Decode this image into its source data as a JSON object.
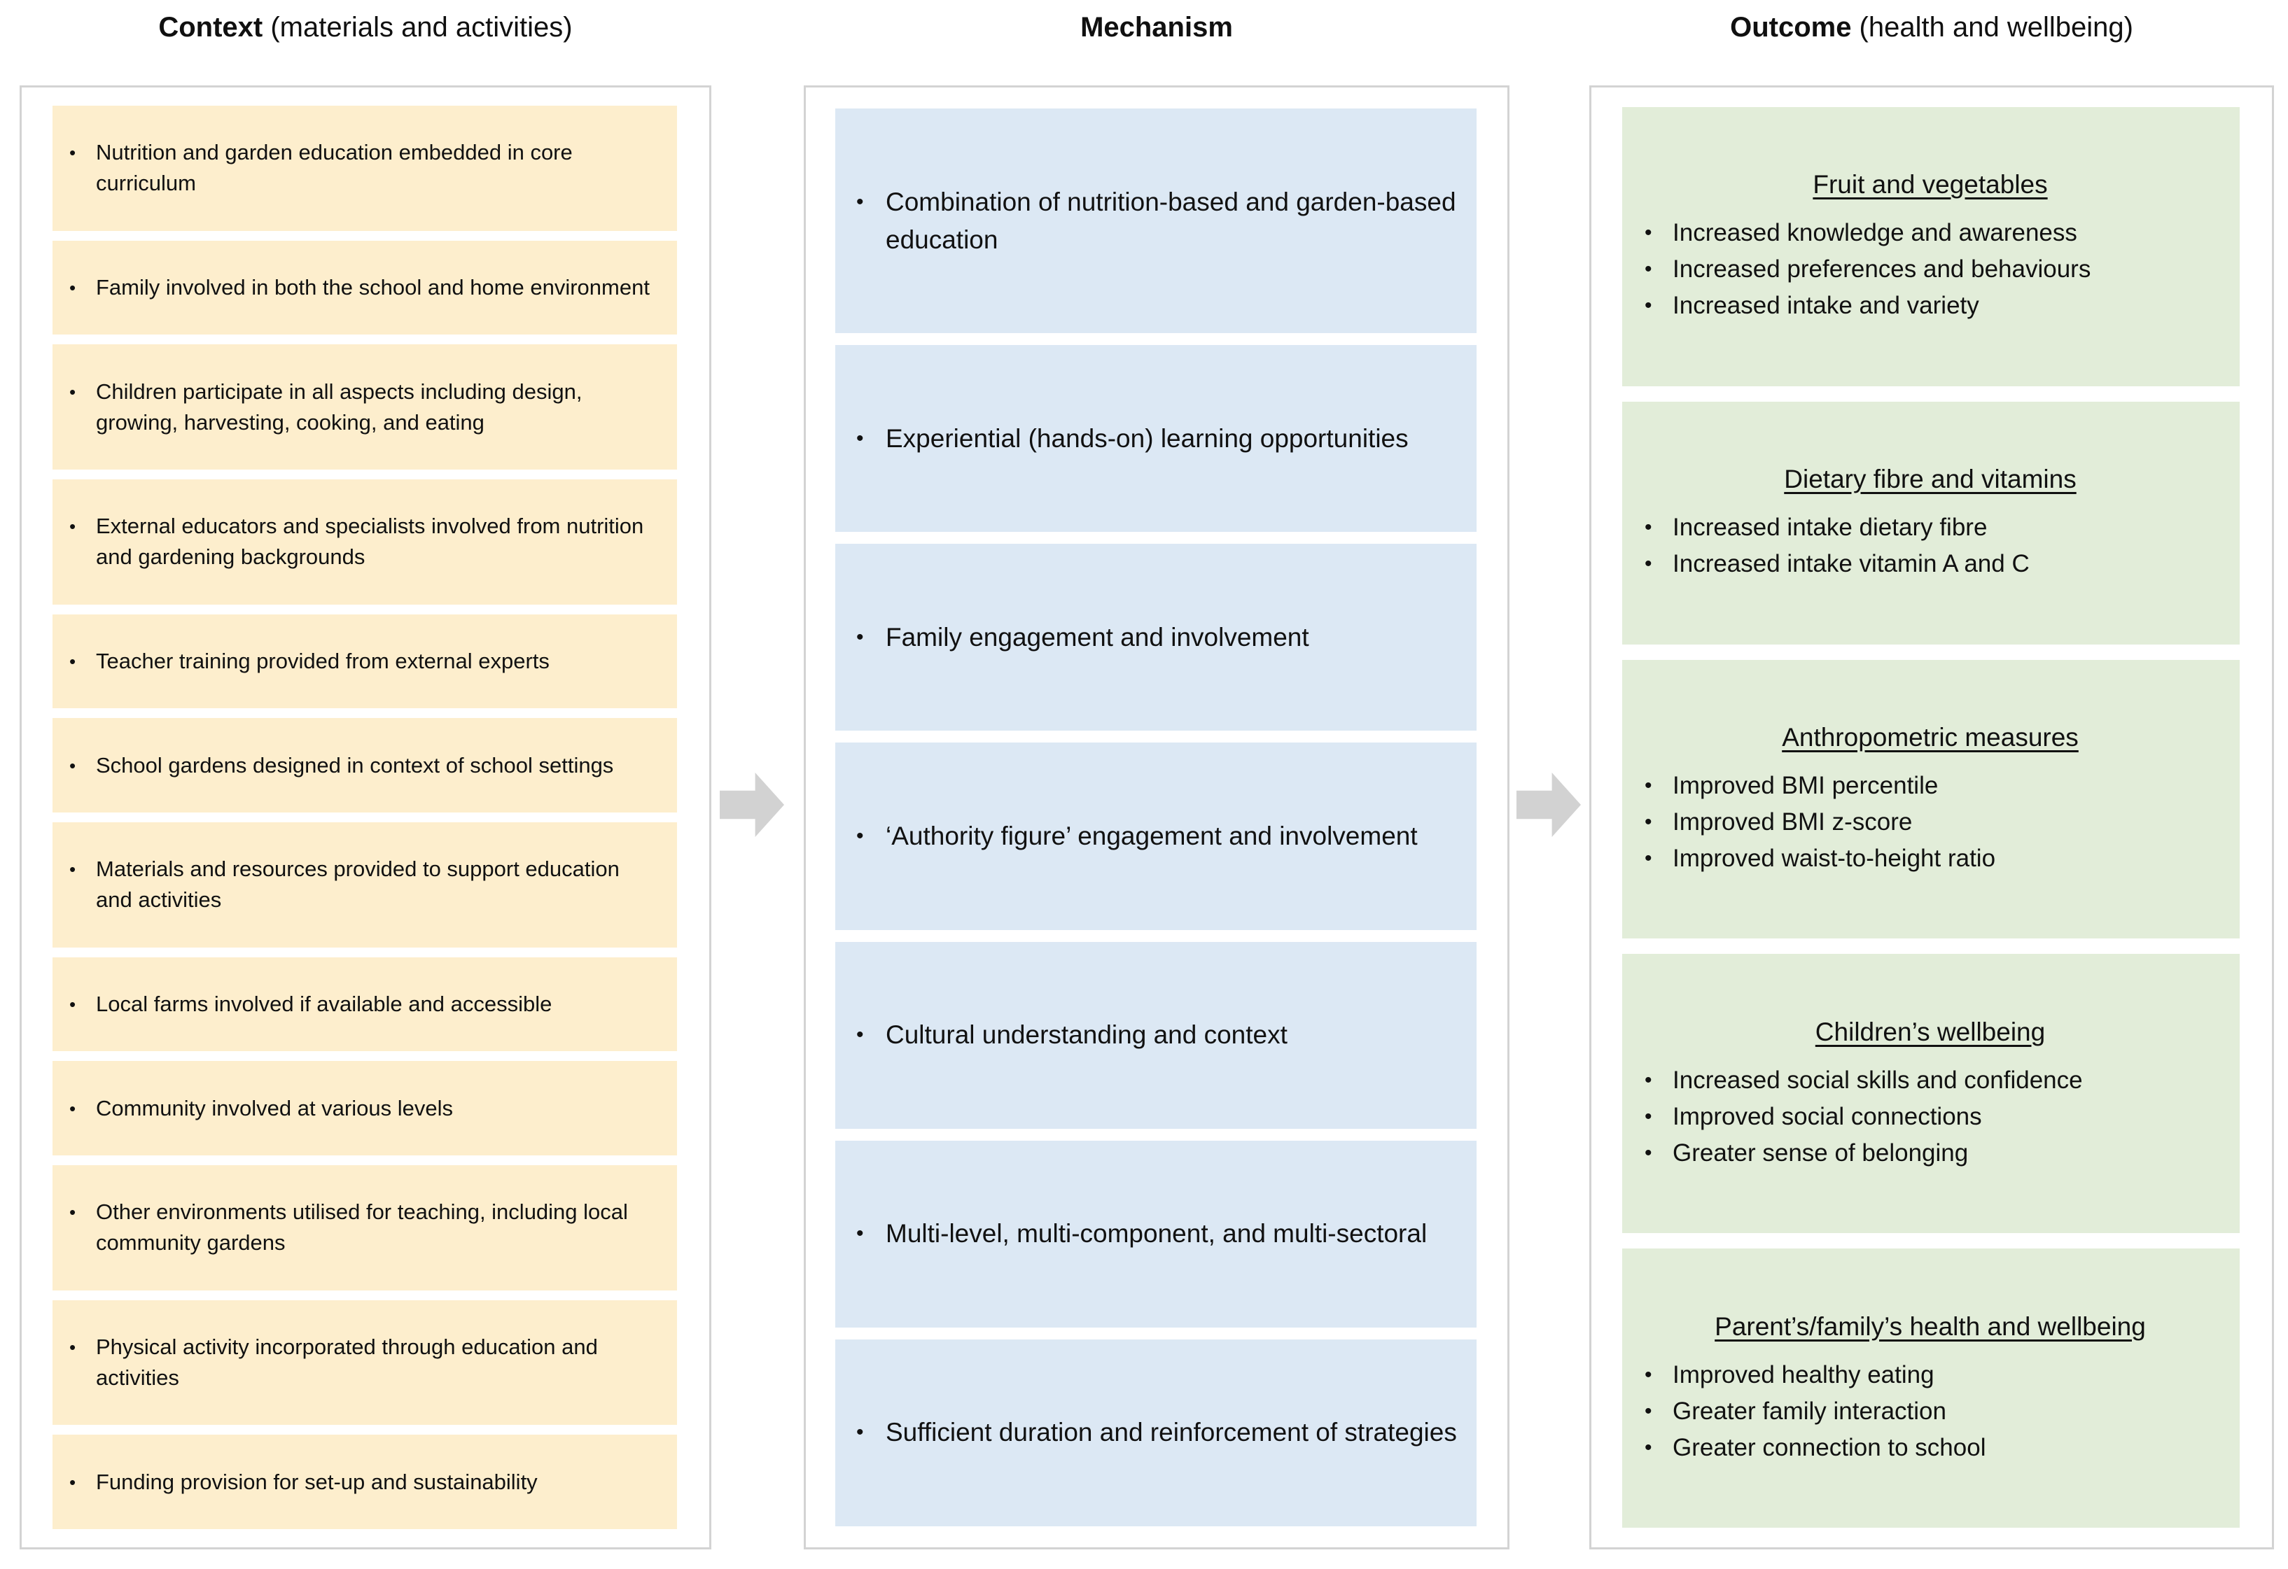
{
  "columns": {
    "context": {
      "header_strong": "Context",
      "header_sub": " (materials and activities)",
      "accent_color": "#fdeecd",
      "items": [
        "Nutrition and garden education embedded in core curriculum",
        "Family involved in both the school and home environment",
        "Children participate in all aspects including design, growing, harvesting, cooking, and eating",
        "External educators and specialists involved from nutrition and gardening backgrounds",
        "Teacher training provided from external experts",
        "School gardens designed in context of school settings",
        "Materials and resources provided to support education and activities",
        "Local farms involved if available and accessible",
        "Community involved at various levels",
        "Other environments utilised for teaching, including local community gardens",
        "Physical activity incorporated through education and activities",
        "Funding provision for set-up and sustainability"
      ]
    },
    "mechanism": {
      "header_strong": "Mechanism",
      "header_sub": "",
      "accent_color": "#dce8f4",
      "items": [
        "Combination of nutrition-based and garden-based education",
        "Experiential (hands-on) learning opportunities",
        "Family engagement and involvement",
        "‘Authority figure’ engagement and involvement",
        "Cultural understanding and context",
        "Multi-level, multi-component, and multi-sectoral",
        "Sufficient duration and reinforcement of strategies"
      ]
    },
    "outcome": {
      "header_strong": "Outcome",
      "header_sub": " (health and wellbeing)",
      "accent_color": "#e2edd9",
      "groups": [
        {
          "title": "Fruit and vegetables",
          "items": [
            "Increased knowledge and awareness",
            "Increased preferences and behaviours",
            "Increased intake and variety"
          ]
        },
        {
          "title": "Dietary fibre and vitamins",
          "items": [
            "Increased intake dietary fibre",
            "Increased intake vitamin A and C"
          ]
        },
        {
          "title": "Anthropometric measures",
          "items": [
            "Improved BMI percentile",
            "Improved BMI z-score",
            "Improved waist-to-height ratio"
          ]
        },
        {
          "title": "Children’s wellbeing",
          "items": [
            "Increased social skills and confidence",
            "Improved social connections",
            "Greater sense of belonging"
          ]
        },
        {
          "title": "Parent’s/family’s health and wellbeing",
          "items": [
            "Improved healthy eating",
            "Greater family interaction",
            "Greater connection to school"
          ]
        }
      ]
    }
  },
  "connectors": [
    {
      "name": "context-to-mechanism",
      "icon": "right-arrow-icon",
      "color": "#d2d2d2"
    },
    {
      "name": "mechanism-to-outcome",
      "icon": "right-arrow-icon",
      "color": "#d2d2d2"
    }
  ]
}
